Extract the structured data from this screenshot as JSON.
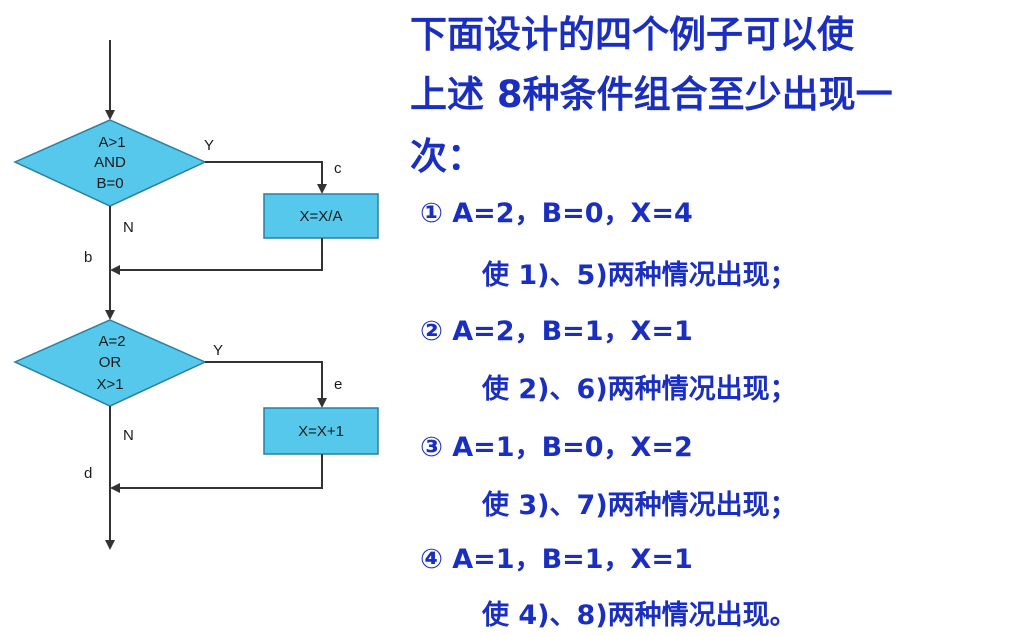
{
  "flowchart": {
    "decision1": {
      "line1": "A>1",
      "line2": "AND",
      "line3": "B=0"
    },
    "decision2": {
      "line1": "A=2",
      "line2": "OR",
      "line3": "X>1"
    },
    "process1": "X=X/A",
    "process2": "X=X+1",
    "labels": {
      "y1": "Y",
      "n1": "N",
      "c": "c",
      "b": "b",
      "y2": "Y",
      "n2": "N",
      "e": "e",
      "d": "d"
    },
    "colors": {
      "shape_fill": "#55c8ec",
      "shape_stroke": "#2a7fa3",
      "line": "#333333"
    }
  },
  "text": {
    "intro": [
      "    下面设计的四个例子可以使",
      "上述 8种条件组合至少出现一",
      "次："
    ],
    "cases": [
      {
        "input": "① A=2，B=0，X=4",
        "result": "使 1)、5)两种情况出现；"
      },
      {
        "input": "② A=2，B=1，X=1",
        "result": "使 2)、6)两种情况出现；"
      },
      {
        "input": "③ A=1，B=0，X=2",
        "result": "使 3)、7)两种情况出现；"
      },
      {
        "input": "④ A=1，B=1，X=1",
        "result": "使 4)、8)两种情况出现。"
      }
    ],
    "color": "#1a2fc0"
  }
}
